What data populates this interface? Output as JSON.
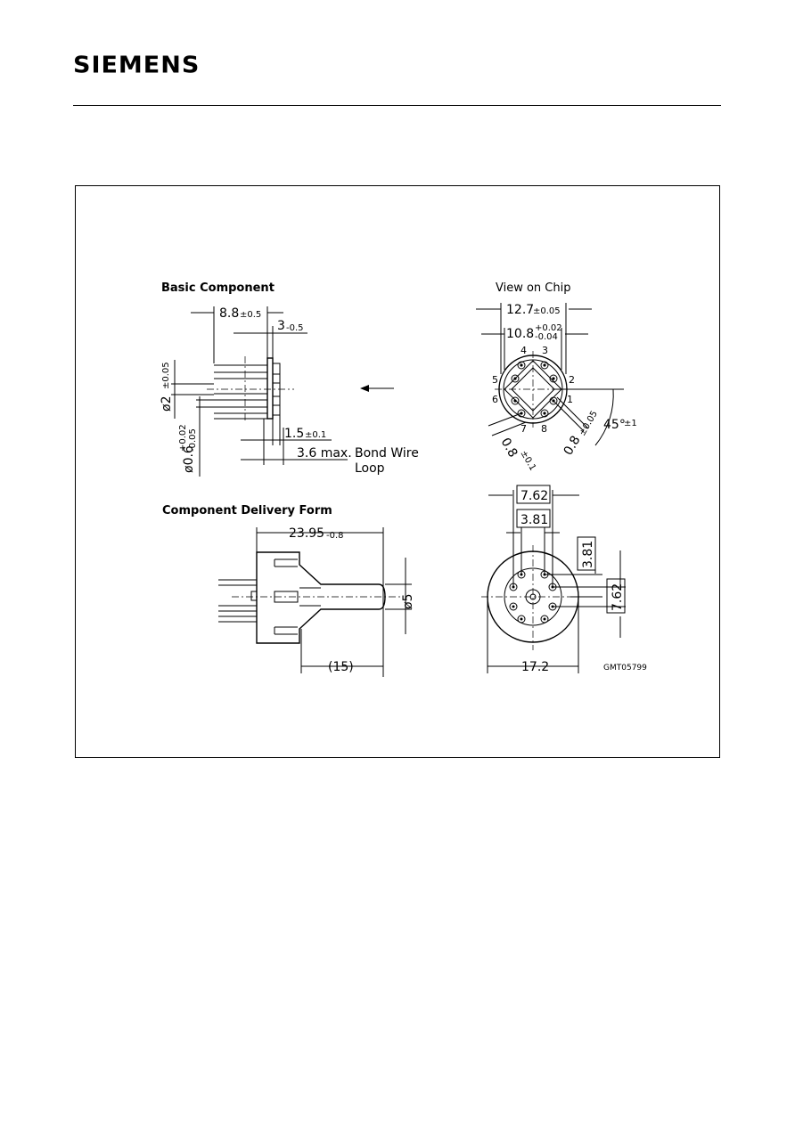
{
  "header": {
    "logo_text": "SIEMENS"
  },
  "drawing": {
    "titles": {
      "basic_component": "Basic Component",
      "view_on_chip": "View on Chip",
      "delivery_form": "Component Delivery Form"
    },
    "basic": {
      "dim_length": "8.8",
      "dim_length_tol": "±0.5",
      "dim_flange": "3",
      "dim_flange_tol": "-0.5",
      "dim_dia": "ø2",
      "dim_dia_tol": "±0.05",
      "dim_pin_dia": "ø0.6",
      "dim_pin_tol_plus": "+0.02",
      "dim_pin_tol_minus": "-0.05",
      "dim_cap": "1.5",
      "dim_cap_tol": "±0.1",
      "dim_bond": "3.6 max.",
      "bond_label_1": "Bond Wire",
      "bond_label_2": "Loop"
    },
    "chip": {
      "dim_outer": "12.7",
      "dim_outer_tol": "±0.05",
      "dim_inner": "10.8",
      "dim_inner_tol_plus": "+0.02",
      "dim_inner_tol_minus": "-0.04",
      "pins": [
        "1",
        "2",
        "3",
        "4",
        "5",
        "6",
        "7",
        "8"
      ],
      "dim_angle": "45°",
      "dim_angle_tol": "±1",
      "dim_pad": "0.8",
      "dim_pad_tol": "±0.05",
      "dim_pad2": "0.8",
      "dim_pad2_tol": "±0.1"
    },
    "delivery": {
      "dim_length": "23.95",
      "dim_length_tol": "-0.8",
      "dim_tube": "(15)",
      "dim_tube_dia": "ø5"
    },
    "delivery_top": {
      "box_762_top": "7.62",
      "box_381_top": "3.81",
      "box_381_side": "3.81",
      "box_762_side": "7.62",
      "dim_outer": "17.2"
    },
    "code": "GMT05799"
  }
}
